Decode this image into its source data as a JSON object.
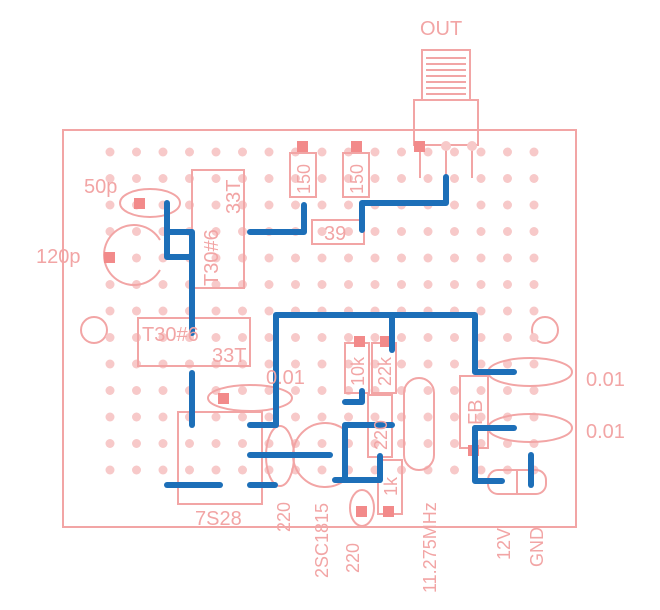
{
  "colors": {
    "silkscreen": "#f2a5a5",
    "pad_fill": "#f7c9c9",
    "square_pad": "#f28a8a",
    "trace": "#1d6fb8",
    "background": "#ffffff"
  },
  "labels": {
    "out": "OUT",
    "cap_50p": "50p",
    "cap_120p": "120p",
    "toroid_top": "T30#6",
    "toroid_top_turns": "33T",
    "toroid_mid": "T30#6",
    "toroid_mid_turns": "33T",
    "res_150_left": "150",
    "res_150_right": "150",
    "res_39": "39",
    "res_10k": "10k",
    "res_22k": "22k",
    "res_220_mid": "220",
    "res_1k": "1k",
    "res_220_left": "220",
    "res_220_bottom": "220",
    "ic_7s28": "7S28",
    "transistor": "2SC1815",
    "crystal": "11.275MHz",
    "fb": "FB",
    "cap_001_top": "0.01",
    "cap_001_bottom": "0.01",
    "cap_001_mid": "0.01",
    "v12": "12V",
    "gnd": "GND"
  }
}
